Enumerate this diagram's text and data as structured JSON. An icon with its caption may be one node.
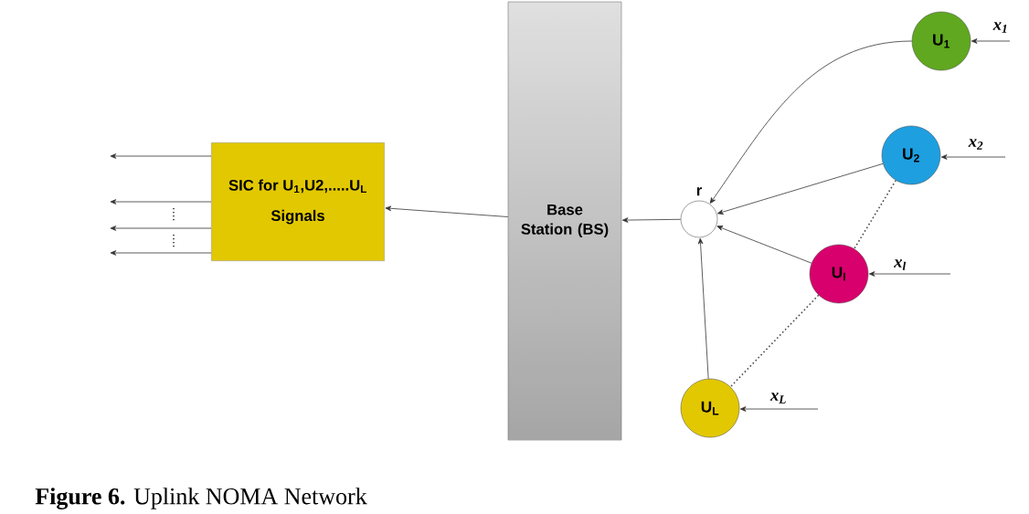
{
  "diagram": {
    "caption": "**Figure 6.** Uplink NOMA Network",
    "nodes": [
      {
        "text": [
          "SIC for U$_{1}$,U2,.....U$_{L}$",
          "Signals"
        ]
      },
      {
        "text": [
          "Base Station (BS)"
        ]
      },
      {
        "text": [],
        "shape": "circle",
        "beside": [
          "r"
        ]
      },
      {
        "text": [
          "U$_{1}$"
        ]
      },
      {
        "text": [
          "U$_{2}$"
        ]
      },
      {
        "text": [
          "U$_{l}$"
        ]
      },
      {
        "text": [
          "U$_{L}$"
        ]
      }
    ],
    "edges": [
      {
        "from": 1,
        "to": 0,
        "arrow": "to"
      },
      {
        "from": 2,
        "to": 1,
        "arrow": "to"
      },
      {
        "from": 3,
        "to": 2,
        "arrow": "to"
      },
      {
        "from": 4,
        "to": 2,
        "arrow": "to"
      },
      {
        "from": 5,
        "to": 2,
        "arrow": "to"
      },
      {
        "from": 6,
        "to": 2,
        "arrow": "to"
      },
      {
        "from": 4,
        "to": 5,
        "arrow": "none",
        "style": "dashed"
      },
      {
        "from": 5,
        "to": 6,
        "arrow": "none",
        "style": "dashed"
      },
      {
        "from": null,
        "to": 3,
        "arrow": "to",
        "label": "x$_{1}$"
      },
      {
        "from": null,
        "to": 4,
        "arrow": "to",
        "label": "x$_{2}$"
      },
      {
        "from": null,
        "to": 5,
        "arrow": "to",
        "label": "x$_{l}$"
      },
      {
        "from": null,
        "to": 6,
        "arrow": "to",
        "label": "x$_{L}$"
      },
      {
        "from": 0,
        "to": null,
        "arrow": "to"
      },
      {
        "from": 0,
        "to": null,
        "arrow": "to"
      },
      {
        "from": 0,
        "to": null,
        "arrow": "to"
      },
      {
        "from": 0,
        "to": null,
        "arrow": "to"
      }
    ]
  }
}
